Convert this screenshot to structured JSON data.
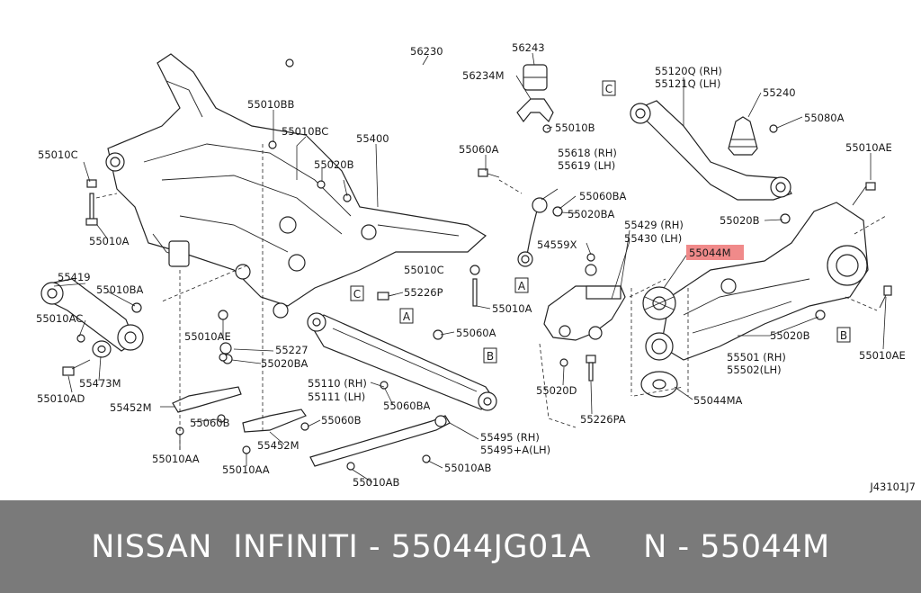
{
  "diagram": {
    "drawing_code": "J43101J7",
    "highlight_color": "#f08a8a",
    "highlighted_label": "55044M",
    "labels": [
      "56230",
      "56243",
      "56234M",
      "55010B",
      "55060A",
      "55618 (RH)",
      "55619 (LH)",
      "55060BA",
      "55020BA",
      "54559X",
      "55010BB",
      "55010BC",
      "55400",
      "55020B",
      "55010C",
      "55010A",
      "55419",
      "55010BA",
      "55010AC",
      "55010AE",
      "55227",
      "55020BA",
      "55473M",
      "55010AD",
      "55452M",
      "55060B",
      "55010AA",
      "55010AA",
      "55452M",
      "55060B",
      "55226P",
      "55010A",
      "55060A",
      "55110 (RH)",
      "55111 (LH)",
      "55060BA",
      "55495 (RH)",
      "55495+A(LH)",
      "55010AB",
      "55010AB",
      "55429 (RH)",
      "55430 (LH)",
      "55044M",
      "55020D",
      "55226PA",
      "55044MA",
      "55120Q (RH)",
      "55121Q (LH)",
      "55240",
      "55080A",
      "55010AE",
      "55020B",
      "55501 (RH)",
      "55502(LH)",
      "55020B",
      "55010AE",
      "55010C"
    ],
    "reference_boxes": [
      "A",
      "A",
      "B",
      "B",
      "C",
      "C"
    ]
  },
  "footer": {
    "text": "NISSAN  INFINITI - 55044JG01A     N - 55044M"
  }
}
